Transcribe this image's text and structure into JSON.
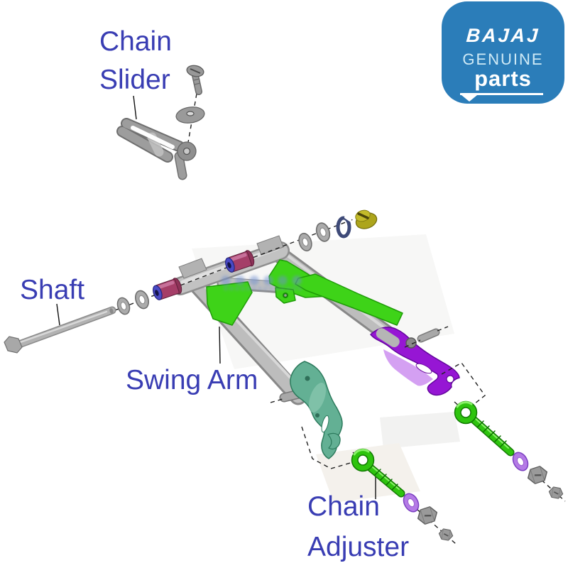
{
  "page": {
    "kind": "spare-parts catalogue illustration",
    "background": "#ffffff"
  },
  "logo": {
    "brand": "BAJAJ",
    "subtitle": "GENUINE",
    "product": "parts",
    "bg_color": "#2b7db9",
    "brand_color": "#ffffff",
    "subtitle_color": "#cfeaf6"
  },
  "labels": {
    "color": "#393db3",
    "chain_slider_line1": "Chain",
    "chain_slider_line2": "Slider",
    "shaft": "Shaft",
    "swing_arm": "Swing Arm",
    "chain_adjuster_line1": "Chain",
    "chain_adjuster_line2": "Adjuster"
  },
  "diagram": {
    "type": "exploded-parts-drawing",
    "parts": [
      {
        "name": "chain-slider",
        "color": "#9d9d9d"
      },
      {
        "name": "slider-screw",
        "color": "#9a9a9a"
      },
      {
        "name": "slider-washer-plate",
        "color": "#9a9a9a"
      },
      {
        "name": "pivot-shaft-bolt",
        "color": "#b2b2b2"
      },
      {
        "name": "plain-washers",
        "color": "#ababab"
      },
      {
        "name": "pivot-bushings",
        "body_color": "#a53e68",
        "cap_color": "#4a4ac6"
      },
      {
        "name": "swing-arm-body",
        "color": "#bdbdbd"
      },
      {
        "name": "gusset-plates",
        "color": "#3ed318"
      },
      {
        "name": "left-axle-bracket",
        "color": "#63b094"
      },
      {
        "name": "right-axle-bracket",
        "color": "#9616d4"
      },
      {
        "name": "circlip",
        "color": "#3e4a78"
      },
      {
        "name": "axle-nut",
        "color": "#ada51c"
      },
      {
        "name": "chain-adjuster-bolts",
        "color": "#2ec40e"
      },
      {
        "name": "adjuster-washers",
        "color": "#b47ae6"
      },
      {
        "name": "adjuster-nuts",
        "color": "#9a9a9a"
      }
    ]
  }
}
